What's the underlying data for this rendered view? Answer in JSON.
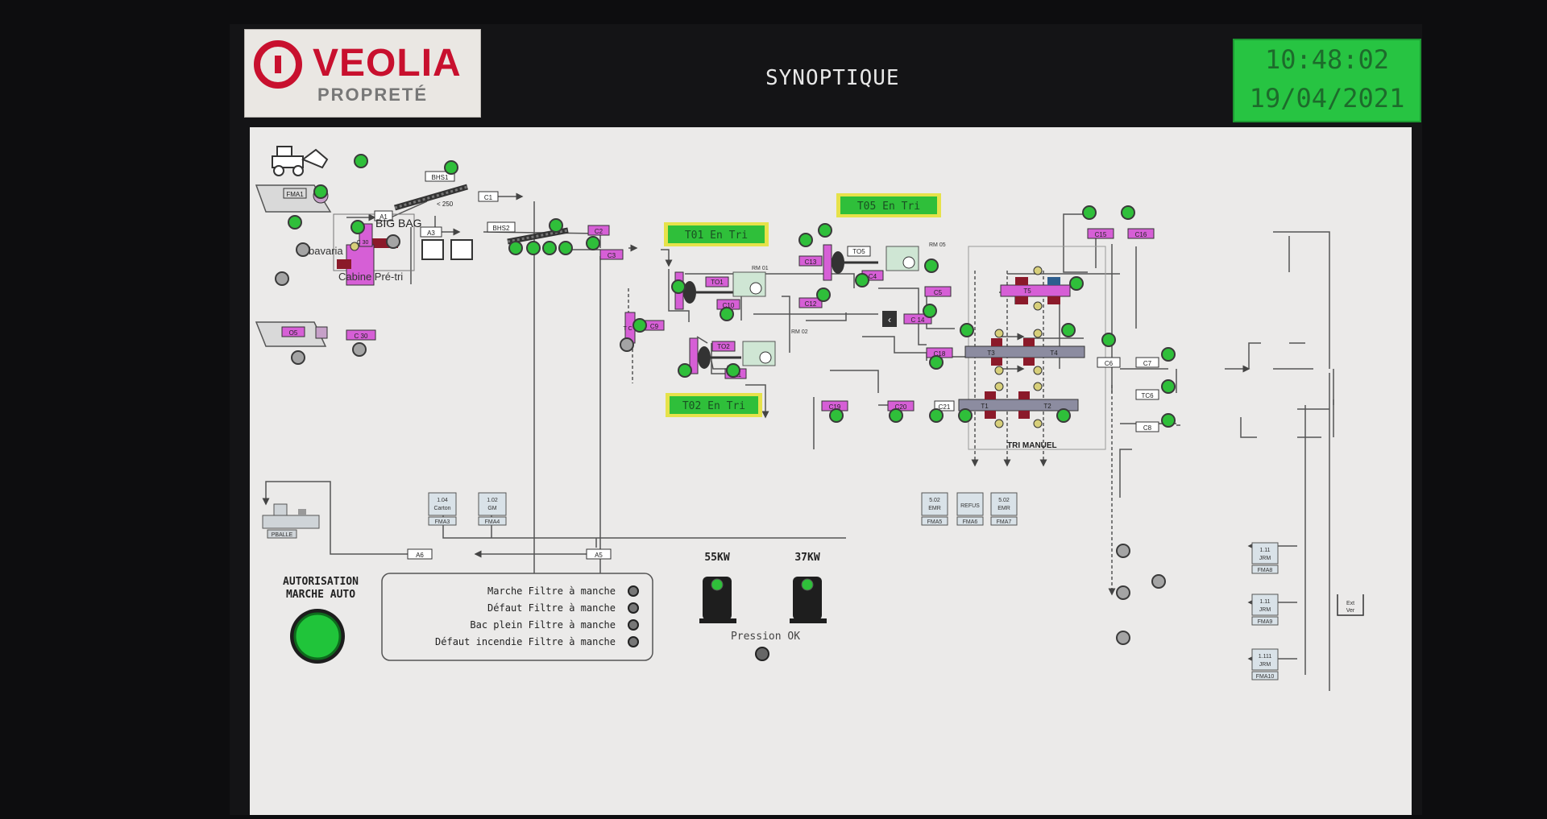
{
  "header": {
    "logo_name": "VEOLIA",
    "logo_sub": "PROPRETÉ",
    "title": "SYNOPTIQUE",
    "time": "10:48:02",
    "date": "19/04/2021"
  },
  "colors": {
    "panel_bg": "#ebeae9",
    "conveyor_magenta": "#d65fd6",
    "status_green": "#2fbf3a",
    "clock_green": "#27c442",
    "veolia_red": "#c8102e",
    "sorter_bar": "#8c8ca0",
    "dark_red": "#8b1a2a"
  },
  "areas": {
    "r_bavaria": "R bavaria",
    "big_bag": "BIG BAG",
    "cabine": "Cabine Pré-tri",
    "tri_manuel": "TRI MANUEL"
  },
  "status_labels": {
    "t01": "T01 En Tri",
    "t05": "T05 En Tri",
    "t02": "T02 En Tri"
  },
  "equipment": {
    "a1": "A1",
    "a3": "A3",
    "c1": "C1",
    "bhs1": "BHS1",
    "bhs2": "BHS2",
    "lt250": "< 250",
    "fma1": "FMA1",
    "o5": "O5",
    "c30": "C 30",
    "c2": "C2",
    "c3": "C3",
    "c9": "C9",
    "tc9": "T C 9",
    "to1": "TO1",
    "to2": "TO2",
    "to5": "TO5",
    "c10": "C10",
    "c11": "C11",
    "c12": "C12",
    "c13": "C13",
    "c4": "C4",
    "c5": "C5",
    "c14": "C 14",
    "c18": "C18",
    "c19": "C19",
    "c20": "C20",
    "c21": "C21",
    "c6": "C6",
    "c7": "C7",
    "tc6": "TC6",
    "c8": "C8",
    "c15": "C15",
    "c16": "C16",
    "t1": "T1",
    "t2": "T2",
    "t3": "T3",
    "t4": "T4",
    "t5": "T5",
    "rm01": "RM 01",
    "rm02": "RM 02",
    "rm05": "RM 05",
    "a5": "A5",
    "a6": "A6",
    "pballe": "PBALLE",
    "bin1_top": "1.04",
    "bin1_mid": "Carton",
    "bin1_tag": "FMA3",
    "bin2_top": "1.02",
    "bin2_mid": "GM",
    "bin2_tag": "FMA4",
    "bin3_top": "5.02",
    "bin3_mid": "EMR",
    "bin3_tag": "FMA5",
    "bin4_mid": "REFUS",
    "bin4_tag": "FMA6",
    "bin5_top": "5.02",
    "bin5_mid": "EMR",
    "bin5_tag": "FMA7",
    "bin6_top": "1.11",
    "bin6_mid": "JRM",
    "bin6_tag": "FMA8",
    "bin7_top": "1.11",
    "bin7_mid": "JRM",
    "bin7_tag": "FMA9",
    "bin8_top": "1.111",
    "bin8_mid": "JRM",
    "bin8_tag": "FMA10",
    "ext_bin_top": "Ext",
    "ext_bin_mid": "Ver"
  },
  "autorisation": {
    "line1": "AUTORISATION",
    "line2": "MARCHE AUTO"
  },
  "filter_panel": [
    "Marche Filtre à manche",
    "Défaut Filtre à manche",
    "Bac plein Filtre à manche",
    "Défaut incendie Filtre à manche"
  ],
  "compressors": {
    "c1_label": "55KW",
    "c2_label": "37KW",
    "pressure": "Pression OK"
  }
}
